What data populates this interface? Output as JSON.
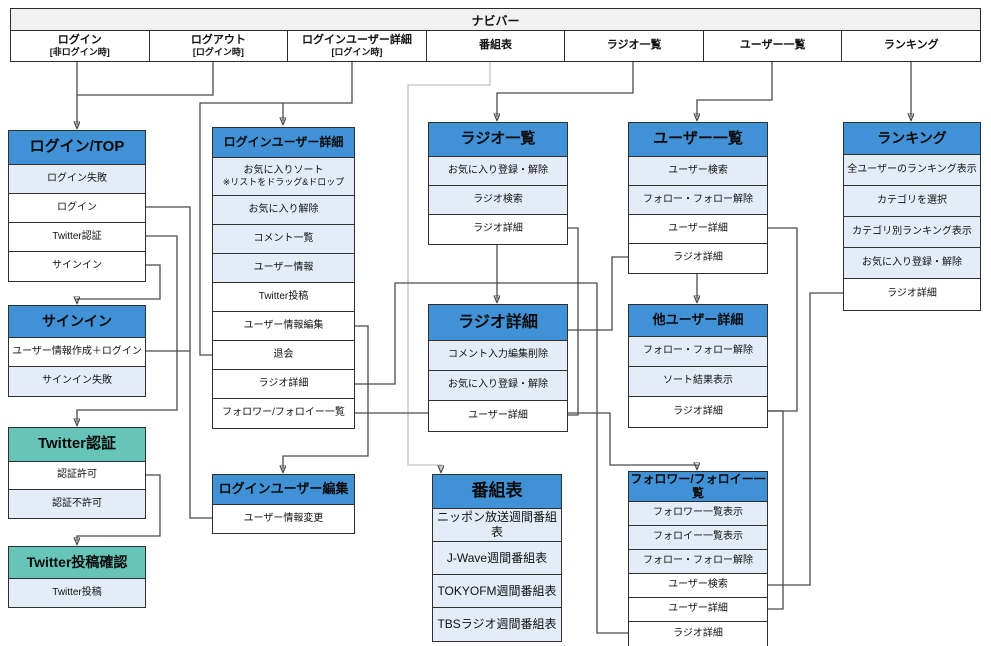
{
  "navbar": {
    "title": "ナビバー",
    "items": [
      {
        "label": "ログイン",
        "sub": "[非ログイン時]"
      },
      {
        "label": "ログアウト",
        "sub": "[ログイン時]"
      },
      {
        "label": "ログインユーザー詳細",
        "sub": "[ログイン時]"
      },
      {
        "label": "番組表",
        "sub": ""
      },
      {
        "label": "ラジオ一覧",
        "sub": ""
      },
      {
        "label": "ユーザー一覧",
        "sub": ""
      },
      {
        "label": "ランキング",
        "sub": ""
      }
    ]
  },
  "colors": {
    "header_blue": "#4191d6",
    "header_teal": "#66c4b8",
    "row_light": "#e4ecf7",
    "wire_dark": "#4a4a4a",
    "wire_light": "#c3c3c3"
  },
  "boxes": {
    "login_top": {
      "title": "ログイン/TOP",
      "rows": [
        {
          "label": "ログイン失敗",
          "variant": "light"
        },
        {
          "label": "ログイン",
          "variant": "white"
        },
        {
          "label": "Twitter認証",
          "variant": "white"
        },
        {
          "label": "サインイン",
          "variant": "white"
        }
      ]
    },
    "signin": {
      "title": "サインイン",
      "rows": [
        {
          "label": "ユーザー情報作成＋ログイン",
          "variant": "white"
        },
        {
          "label": "サインイン失敗",
          "variant": "light"
        }
      ]
    },
    "twitter_auth": {
      "title": "Twitter認証",
      "rows": [
        {
          "label": "認証許可",
          "variant": "white"
        },
        {
          "label": "認証不許可",
          "variant": "light"
        }
      ]
    },
    "twitter_post_confirm": {
      "title": "Twitter投稿確認",
      "rows": [
        {
          "label": "Twitter投稿",
          "variant": "light"
        }
      ]
    },
    "login_user_detail": {
      "title": "ログインユーザー詳細",
      "rows": [
        {
          "label": "お気に入りソート",
          "label2": "※リストをドラッグ&ドロップ",
          "variant": "light"
        },
        {
          "label": "お気に入り解除",
          "variant": "light"
        },
        {
          "label": "コメント一覧",
          "variant": "light"
        },
        {
          "label": "ユーザー情報",
          "variant": "light"
        },
        {
          "label": "Twitter投稿",
          "variant": "white"
        },
        {
          "label": "ユーザー情報編集",
          "variant": "white"
        },
        {
          "label": "退会",
          "variant": "white"
        },
        {
          "label": "ラジオ詳細",
          "variant": "white"
        },
        {
          "label": "フォロワー/フォロイー一覧",
          "variant": "white"
        }
      ]
    },
    "login_user_edit": {
      "title": "ログインユーザー編集",
      "rows": [
        {
          "label": "ユーザー情報変更",
          "variant": "white"
        }
      ]
    },
    "radio_list": {
      "title": "ラジオ一覧",
      "rows": [
        {
          "label": "お気に入り登録・解除",
          "variant": "light"
        },
        {
          "label": "ラジオ検索",
          "variant": "light"
        },
        {
          "label": "ラジオ詳細",
          "variant": "white"
        }
      ]
    },
    "radio_detail": {
      "title": "ラジオ詳細",
      "rows": [
        {
          "label": "コメント入力編集削除",
          "variant": "light"
        },
        {
          "label": "お気に入り登録・解除",
          "variant": "light"
        },
        {
          "label": "ユーザー詳細",
          "variant": "white"
        }
      ]
    },
    "program_table": {
      "title": "番組表",
      "rows": [
        {
          "label": "ニッポン放送週間番組表",
          "variant": "light"
        },
        {
          "label": "J-Wave週間番組表",
          "variant": "light"
        },
        {
          "label": "TOKYOFM週間番組表",
          "variant": "light"
        },
        {
          "label": "TBSラジオ週間番組表",
          "variant": "light"
        }
      ]
    },
    "user_list": {
      "title": "ユーザー一覧",
      "rows": [
        {
          "label": "ユーザー検索",
          "variant": "light"
        },
        {
          "label": "フォロー・フォロー解除",
          "variant": "light"
        },
        {
          "label": "ユーザー詳細",
          "variant": "white"
        },
        {
          "label": "ラジオ詳細",
          "variant": "white"
        }
      ]
    },
    "other_user_detail": {
      "title": "他ユーザー詳細",
      "rows": [
        {
          "label": "フォロー・フォロー解除",
          "variant": "light"
        },
        {
          "label": "ソート結果表示",
          "variant": "light"
        },
        {
          "label": "ラジオ詳細",
          "variant": "white"
        }
      ]
    },
    "follower_list": {
      "title": "フォロワー/フォロイー一覧",
      "rows": [
        {
          "label": "フォロワー一覧表示",
          "variant": "light"
        },
        {
          "label": "フォロイー一覧表示",
          "variant": "light"
        },
        {
          "label": "フォロー・フォロー解除",
          "variant": "light"
        },
        {
          "label": "ユーザー検索",
          "variant": "white"
        },
        {
          "label": "ユーザー詳細",
          "variant": "white"
        },
        {
          "label": "ラジオ詳細",
          "variant": "white"
        }
      ]
    },
    "ranking": {
      "title": "ランキング",
      "rows": [
        {
          "label": "全ユーザーのランキング表示",
          "variant": "light"
        },
        {
          "label": "カテゴリを選択",
          "variant": "light"
        },
        {
          "label": "カテゴリ別ランキング表示",
          "variant": "light"
        },
        {
          "label": "お気に入り登録・解除",
          "variant": "light"
        },
        {
          "label": "ラジオ詳細",
          "variant": "white"
        }
      ]
    }
  }
}
